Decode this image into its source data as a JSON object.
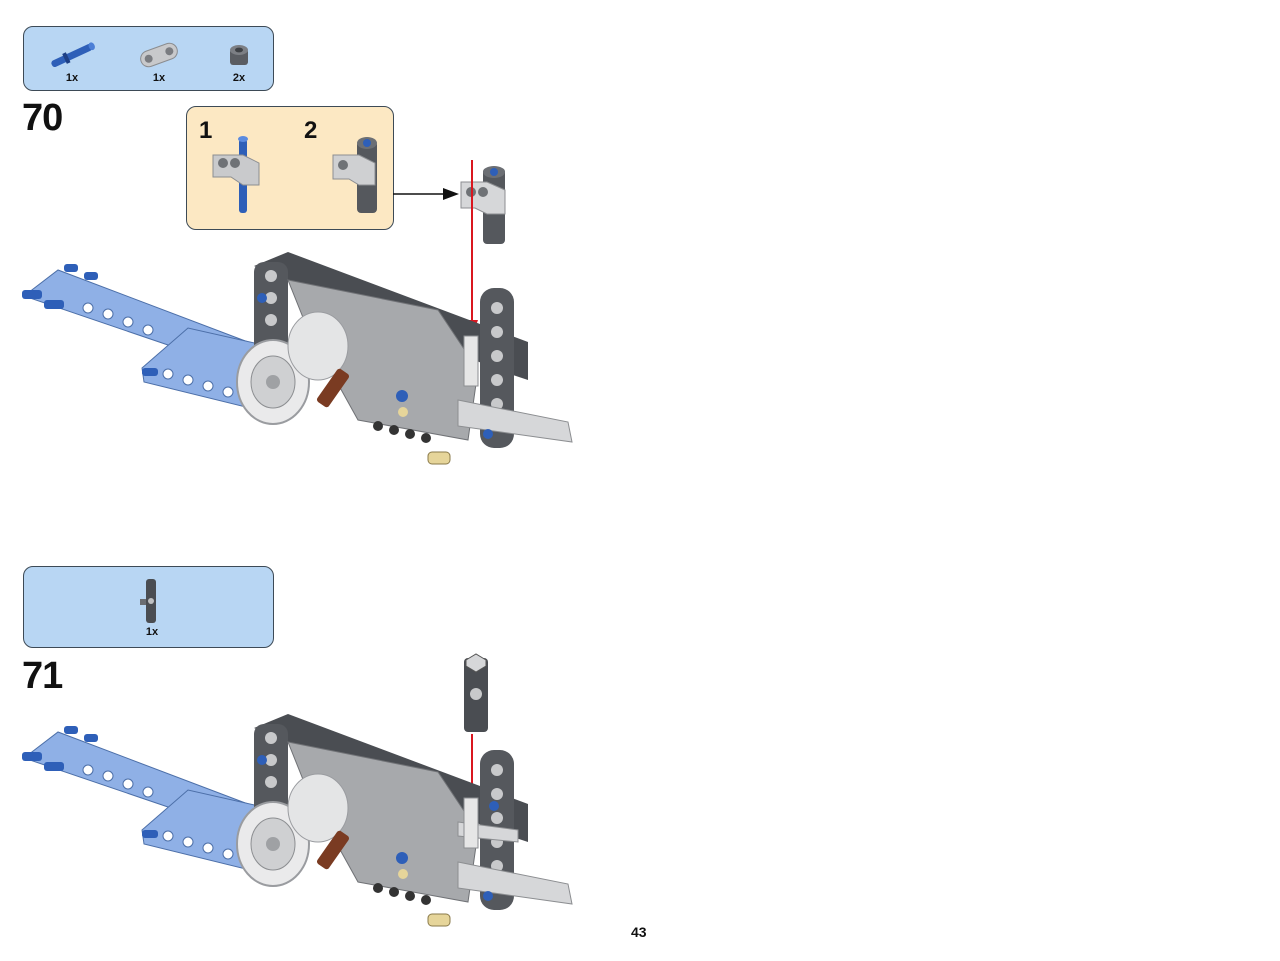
{
  "steps": [
    {
      "number": "70",
      "parts": [
        {
          "name": "blue-axle-pin",
          "qty": "1x"
        },
        {
          "name": "light-gray-beam-2",
          "qty": "1x"
        },
        {
          "name": "dark-gray-bush",
          "qty": "2x"
        }
      ],
      "substeps": [
        "1",
        "2"
      ]
    },
    {
      "number": "71",
      "parts": [
        {
          "name": "dark-gray-axle-connector",
          "qty": "1x"
        }
      ]
    }
  ],
  "page_number": "43",
  "colors": {
    "parts_box_bg": "#b8d6f3",
    "substep_box_bg": "#fce8c3",
    "arrow_red": "#d9161f",
    "technic_blue": "#2e5fb8",
    "light_blue_beam": "#8fb0e6",
    "dark_gray": "#4a4d52",
    "light_gray": "#c8c9cb"
  }
}
